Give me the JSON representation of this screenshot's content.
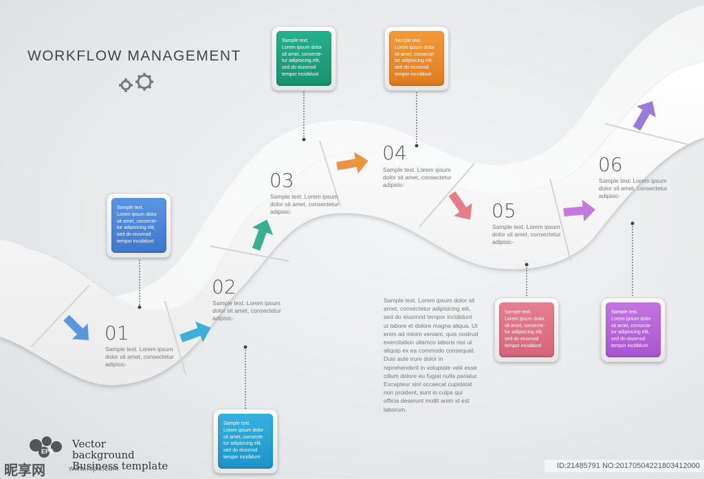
{
  "title": "WORKFLOW MANAGEMENT",
  "icons": {
    "gears": "gears-icon",
    "eps": "eps-badge-icon"
  },
  "steps": [
    {
      "number": "01",
      "text": "Sample text. Lorem ipsum dolor sit amet, consectetur adipisic-",
      "arrow_color": "#3d8fd8",
      "arrow_direction": "down-right"
    },
    {
      "number": "02",
      "text": "Sample text. Lorem ipsum dolor sit amet, consectetur adipisic-",
      "arrow_color": "#2aa7d6",
      "arrow_direction": "right"
    },
    {
      "number": "03",
      "text": "Sample text. Lorem ipsum dolor sit amet, consectetur adipisic-",
      "arrow_color": "#21a889",
      "arrow_direction": "up"
    },
    {
      "number": "04",
      "text": "Sample text. Lorem ipsum dolor sit amet, consectetur adipisic-",
      "arrow_color": "#e8892e",
      "arrow_direction": "right"
    },
    {
      "number": "05",
      "text": "Sample text. Lorem ipsum dolor sit amet, consectetur adipisic-",
      "arrow_color": "#e4707f",
      "arrow_direction": "down-right"
    },
    {
      "number": "06",
      "text": "Sample text. Lorem ipsum dolor sit amet, consectetur adipisic-",
      "arrow_color": "#b86ad6",
      "arrow_direction": "right"
    }
  ],
  "cards": [
    {
      "step": "01",
      "color": "#4a86d9",
      "text": "Sample text.\nLorem ipsum dolor\nsit amet, consecte-\ntur adipisicing elit,\nsed do eiusmod\ntempor incididunt"
    },
    {
      "step": "02",
      "color": "#2aa3d6",
      "text": "Sample text.\nLorem ipsum dolor\nsit amet, consecte-\ntur adipisicing elit,\nsed do eiusmod\ntempor incididunt"
    },
    {
      "step": "03",
      "color": "#1fa37e",
      "text": "Sample text.\nLorem ipsum dolor\nsit amet, consecte-\ntur adipisicing elit,\nsed do eiusmod\ntempor incididunt"
    },
    {
      "step": "04",
      "color": "#ef8a2a",
      "text": "Sample text.\nLorem ipsum dolor\nsit amet, consecte-\ntur adipisicing elit,\nsed do eiusmod\ntempor incididunt"
    },
    {
      "step": "05",
      "color": "#df7286",
      "text": "Sample text.\nLorem ipsum dolor\nsit amet, consecte-\ntur adipisicing elit,\nsed do eiusmod\ntempor incididunt"
    },
    {
      "step": "06",
      "color": "#b765d9",
      "text": "Sample text.\nLorem ipsum dolor\nsit amet, consecte-\ntur adipisicing elit,\nsed do eiusmod\ntempor incididunt"
    }
  ],
  "body_text": "Sample text. Lorem ipsum dolor sit amet, consectetur adipisicing elit, sed do eiusmod tempor incididunt ut labore et dolore magna aliqua. Ut enim ad minim veniam, quis nostrud exercitation ullamco laboris nisi ut aliquip ex ea commodo consequat. Duis aute irure dolor in reprehenderit in voluptate velit esse cillum dolore eu fugiat nulla pariatur. Excepteur sint occaecat cupidatat non proident, sunt in culpa qui officia deserunt mollit anim id est laborum.",
  "vector_label": "Vector\nbackground\nBusiness template",
  "eps_label": "EPS",
  "watermark": {
    "site": "昵享网",
    "url": "www.nipic.com"
  },
  "footer_id": "ID:21485791 NO:20170504221803412000"
}
